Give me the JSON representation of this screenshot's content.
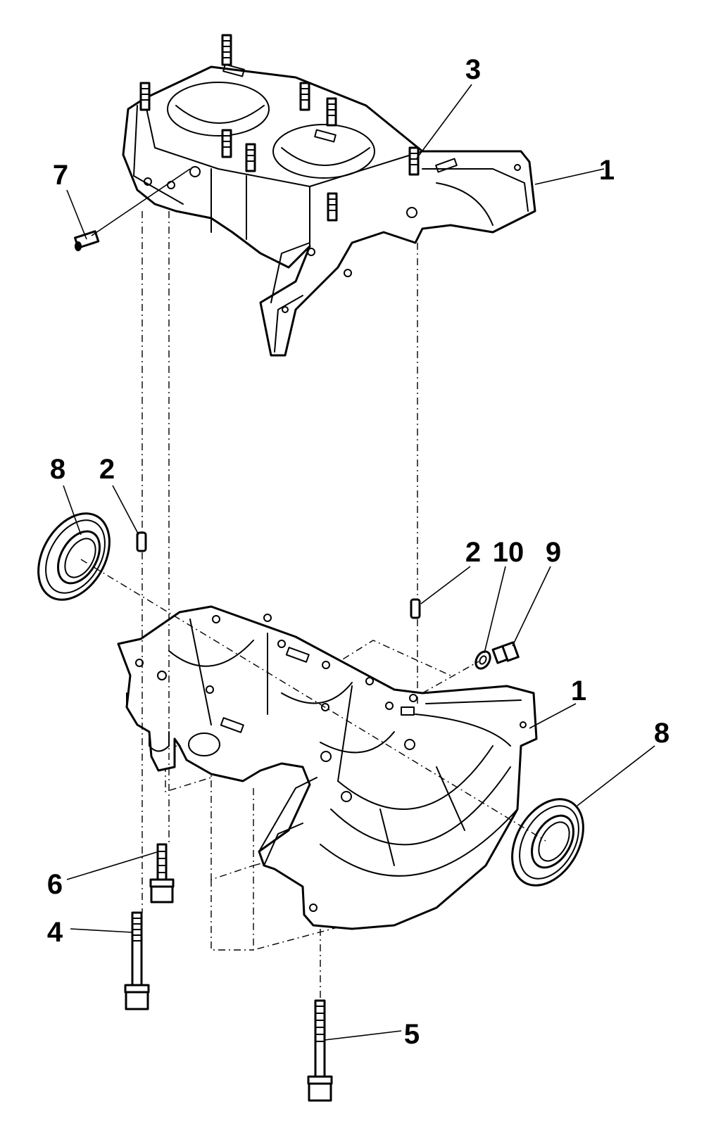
{
  "callouts": {
    "upper_case": "1",
    "lower_case": "1",
    "dowel_left": "2",
    "dowel_right": "2",
    "stud": "3",
    "long_bolt": "4",
    "center_bolt": "5",
    "short_bolt": "6",
    "fitting": "7",
    "seal_left": "8",
    "seal_right": "8",
    "plug": "9",
    "washer": "10"
  }
}
